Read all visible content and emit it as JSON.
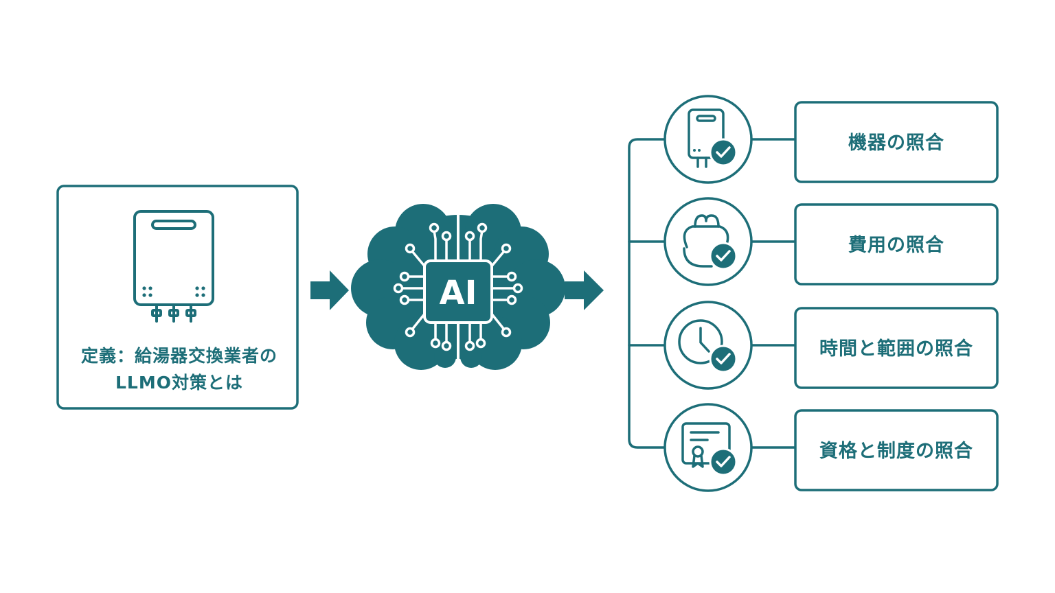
{
  "colors": {
    "primary": "#1d6e78",
    "background": "#ffffff",
    "inner_white": "#ffffff"
  },
  "source": {
    "icon": "water-heater-icon",
    "title_lines": [
      "定義：給湯器交換業者の",
      "LLMO対策とは"
    ]
  },
  "ai": {
    "icon": "ai-brain-chip-icon",
    "label": "AI"
  },
  "items": [
    {
      "icon": "water-heater-check-icon",
      "label": "機器の照合"
    },
    {
      "icon": "wallet-check-icon",
      "label": "費用の照合"
    },
    {
      "icon": "clock-check-icon",
      "label": "時間と範囲の照合"
    },
    {
      "icon": "certificate-check-icon",
      "label": "資格と制度の照合"
    }
  ]
}
